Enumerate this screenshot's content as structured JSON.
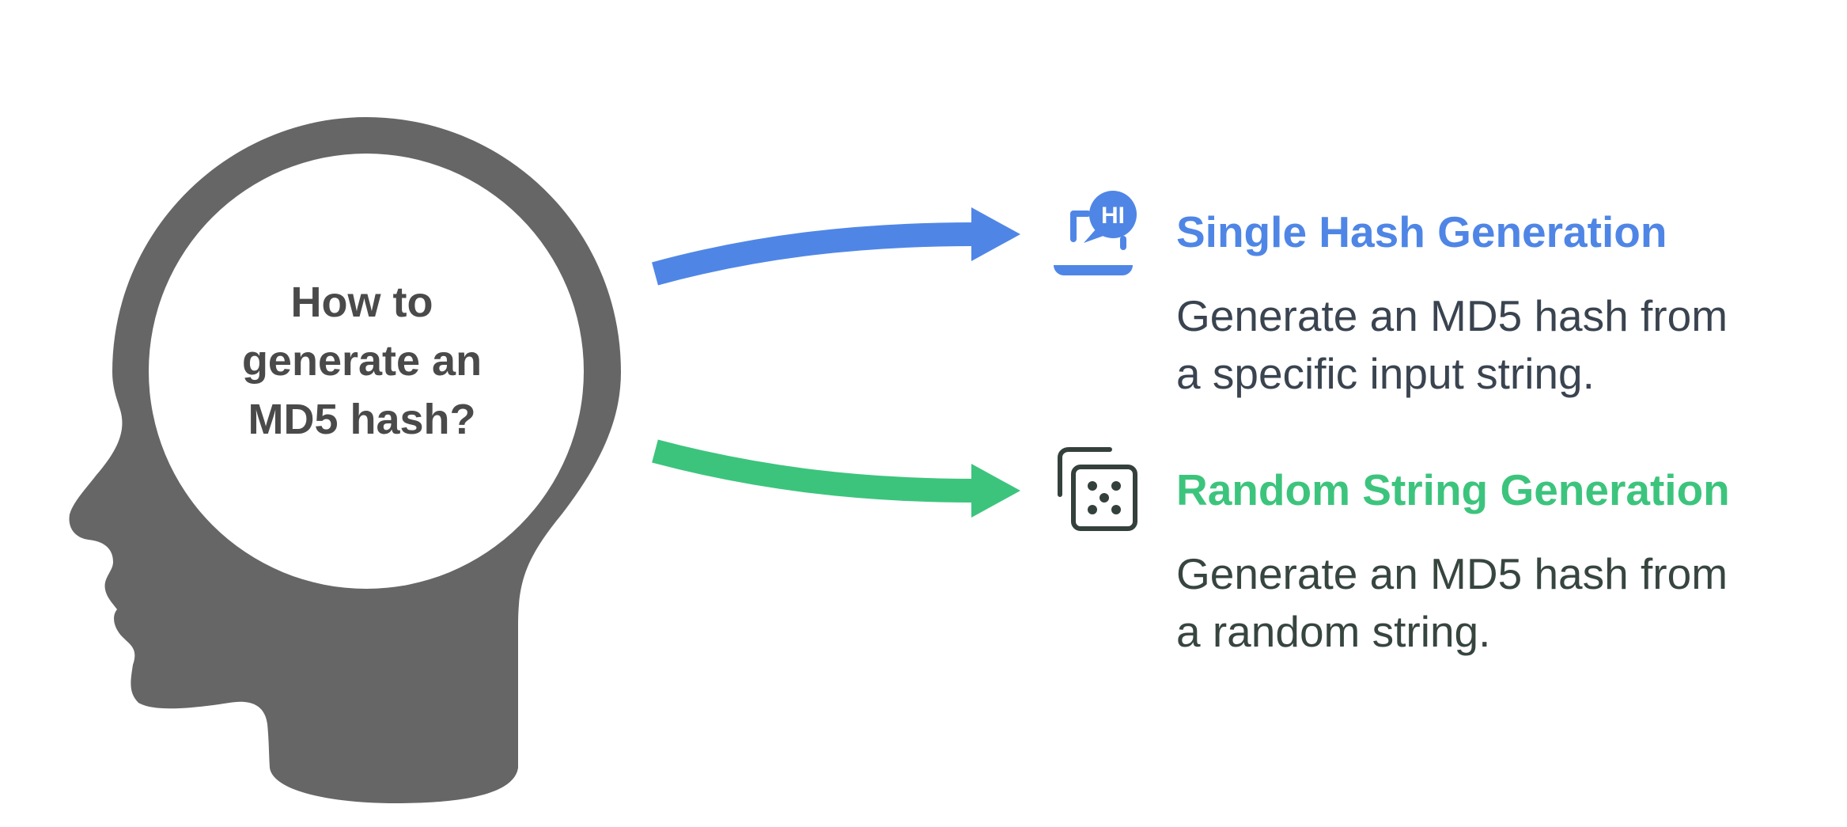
{
  "question": {
    "line1": "How to",
    "line2": "generate an",
    "line3": "MD5 hash?"
  },
  "colors": {
    "head": "#666666",
    "single_accent": "#4f86e6",
    "random_accent": "#3cc47d",
    "icon_dark": "#34403c",
    "description": "#3a4450"
  },
  "options": [
    {
      "title": "Single Hash Generation",
      "description_line1": "Generate an MD5 hash from",
      "description_line2": "a specific input string.",
      "icon": "laptop-chat-icon",
      "icon_text": "HI"
    },
    {
      "title": "Random String Generation",
      "description_line1": "Generate an MD5 hash from",
      "description_line2": "a random string.",
      "icon": "dice-icon"
    }
  ]
}
